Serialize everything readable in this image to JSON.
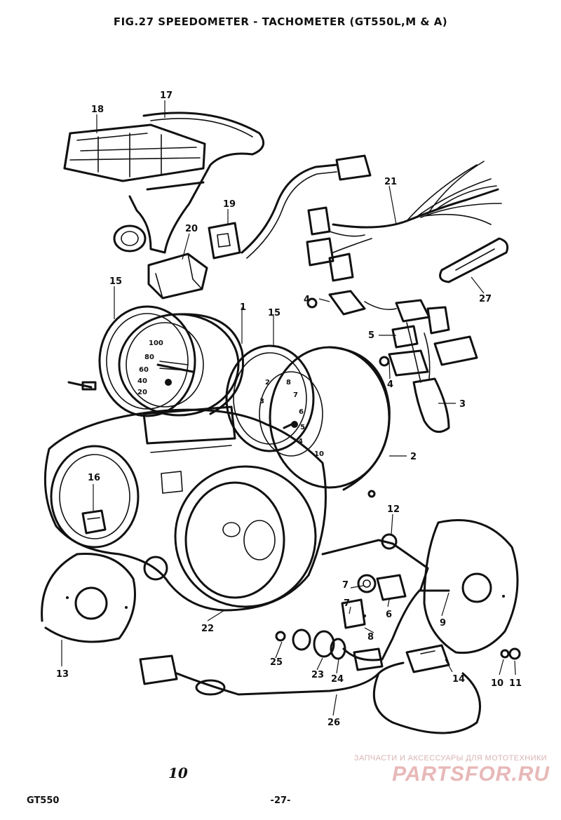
{
  "title": "FIG.27  SPEEDOMETER - TACHOMETER (GT550L,M & A)",
  "model": "GT550",
  "page_number": "-27-",
  "handwritten_note": "10",
  "watermark": {
    "line1": "ЗАПЧАСТИ И АКСЕССУАРЫ ДЛЯ МОТОТЕХНИКИ",
    "brand": "PARTSFOR.RU"
  },
  "callouts": {
    "c1": "1",
    "c2": "2",
    "c3": "3",
    "c4a": "4",
    "c4b": "4",
    "c5": "5",
    "c6": "6",
    "c7a": "7",
    "c7b": "7",
    "c8": "8",
    "c9": "9",
    "c10": "10",
    "c11": "11",
    "c12": "12",
    "c13": "13",
    "c14": "14",
    "c15a": "15",
    "c15b": "15",
    "c16": "16",
    "c17": "17",
    "c18": "18",
    "c19": "19",
    "c20": "20",
    "c21": "21",
    "c22": "22",
    "c23": "23",
    "c24": "24",
    "c25": "25",
    "c26": "26",
    "c27": "27"
  },
  "dial_marks": {
    "speedo": [
      "100",
      "80",
      "60",
      "40",
      "20"
    ],
    "tacho": [
      "8",
      "7",
      "6",
      "5",
      "4",
      "3",
      "2",
      "10"
    ]
  },
  "colors": {
    "ink": "#111111",
    "watermark": "#e8b8b8"
  }
}
